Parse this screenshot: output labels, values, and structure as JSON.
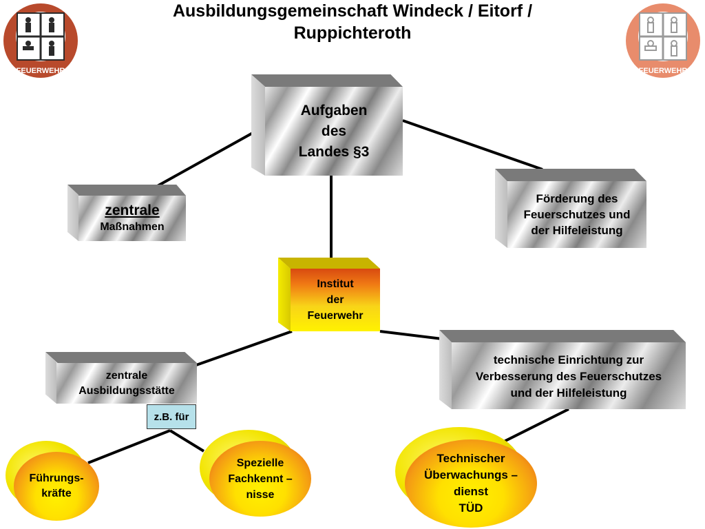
{
  "title": {
    "line1": "Ausbildungsgemeinschaft Windeck / Eitorf /",
    "line2": "Ruppichteroth"
  },
  "logos": {
    "left_text": "FEUERWEHR",
    "right_text": "FEUERWEHR",
    "left_color": "#b84a2c",
    "right_color": "#e88c6c"
  },
  "nodes": {
    "aufgaben": {
      "lines": [
        "Aufgaben",
        "des",
        "Landes §3"
      ]
    },
    "zentrale_massnahmen": {
      "line1": "zentrale",
      "line2": "Maßnahmen"
    },
    "foerderung": {
      "lines": [
        "Förderung des",
        "Feuerschutzes und",
        "der Hilfeleistung"
      ]
    },
    "institut": {
      "lines": [
        "Institut",
        "der",
        "Feuerwehr"
      ]
    },
    "zentrale_ausbildung": {
      "lines": [
        "zentrale",
        "Ausbildungsstätte"
      ]
    },
    "zb": "z.B. für",
    "technische": {
      "lines": [
        "technische Einrichtung zur",
        "Verbesserung des Feuerschutzes",
        "und der Hilfeleistung"
      ]
    },
    "fuehrung": {
      "lines": [
        "Führungs-",
        "kräfte"
      ]
    },
    "spezielle": {
      "lines": [
        "Spezielle",
        "Fachkennt –",
        "nisse"
      ]
    },
    "tued": {
      "lines": [
        "Technischer",
        "Überwachungs –",
        "dienst",
        "TÜD"
      ]
    }
  }
}
